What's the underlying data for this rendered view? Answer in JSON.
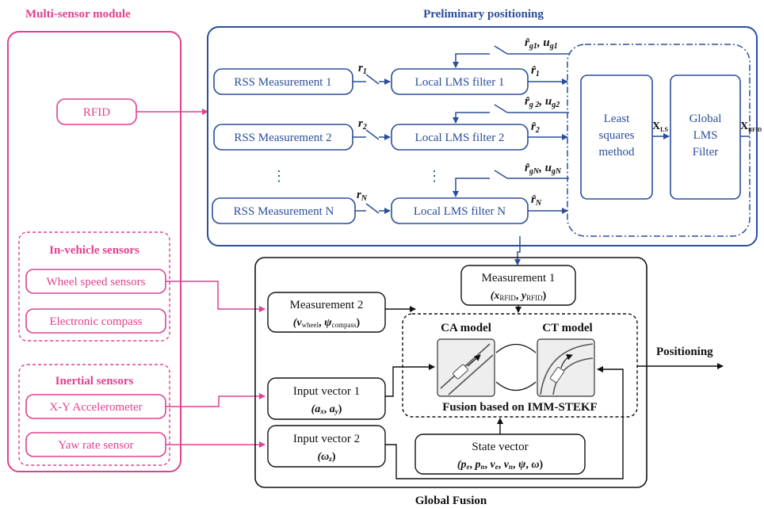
{
  "colors": {
    "pink": "#e0418f",
    "blue": "#2b4f9a",
    "black": "#111111"
  },
  "multi_sensor": {
    "title": "Multi-sensor module",
    "rfid": "RFID",
    "in_vehicle_title": "In-vehicle sensors",
    "wheel_speed": "Wheel speed sensors",
    "compass": "Electronic compass",
    "inertial_title": "Inertial sensors",
    "accelerometer": "X-Y Accelerometer",
    "yaw_rate": "Yaw rate sensor"
  },
  "preliminary": {
    "title": "Preliminary positioning",
    "rss": [
      "RSS Measurement 1",
      "RSS Measurement 2",
      "RSS Measurement N"
    ],
    "lms": [
      "Local LMS filter 1",
      "Local LMS filter 2",
      "Local LMS filter N"
    ],
    "r_labels": [
      "r",
      "r",
      "r"
    ],
    "r_subs": [
      "1",
      "2",
      "N"
    ],
    "rhat_subs": [
      "1",
      "2",
      "N"
    ],
    "rg_subs": [
      "g1",
      "g 2",
      "gN"
    ],
    "ug_subs": [
      "g1",
      "g2",
      "gN"
    ],
    "u_symbol": "u",
    "ellipsis": "⋮",
    "least_squares": [
      "Least",
      "squares",
      "method"
    ],
    "global_lms": [
      "Global",
      "LMS",
      "Filter"
    ],
    "x_ls": "X",
    "x_ls_sub": "LS",
    "x_rfid": "X",
    "x_rfid_sub": "RFID"
  },
  "global_fusion": {
    "title": "Global Fusion",
    "measurement1": "Measurement 1",
    "measurement1_vars": {
      "a": "x",
      "a_sub": "RFID",
      "b": "y",
      "b_sub": "RFID"
    },
    "measurement2": "Measurement 2",
    "measurement2_vars": {
      "a": "v",
      "a_sub": "wheel",
      "b": "ψ",
      "b_sub": "compass"
    },
    "input1": "Input vector 1",
    "input1_vars": {
      "a": "a",
      "a_sub": "x",
      "b": "a",
      "b_sub": "y"
    },
    "input2": "Input vector 2",
    "input2_vars": {
      "a": "ω",
      "a_sub": "z"
    },
    "ca_model": "CA model",
    "ct_model": "CT model",
    "fusion": "Fusion based on IMM-STEKF",
    "state_vector": "State vector",
    "state_vars": "(p",
    "positioning": "Positioning"
  }
}
